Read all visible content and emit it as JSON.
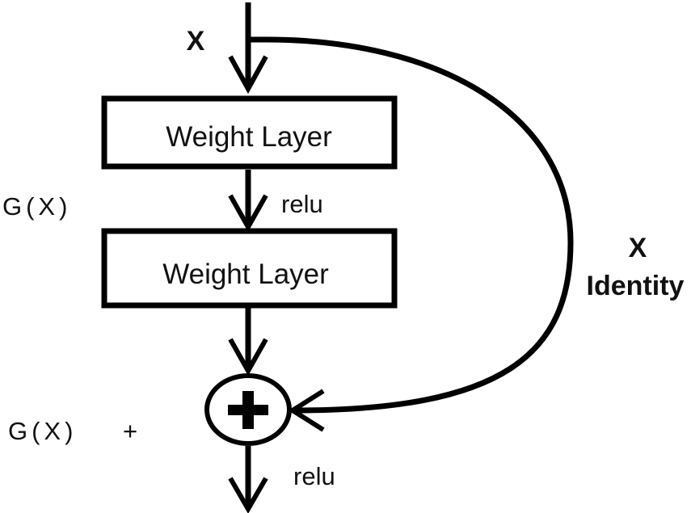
{
  "input_label": "X",
  "layers": [
    {
      "label": "Weight Layer"
    },
    {
      "label": "Weight Layer"
    }
  ],
  "activations": {
    "hidden": "relu",
    "output": "relu"
  },
  "function_label": "G(X)",
  "sum_label": {
    "left": "G(X)",
    "plus": "+"
  },
  "skip_connection": {
    "top": "X",
    "bottom": "Identity"
  },
  "add_node_symbol": "plus",
  "colors": {
    "stroke": "#000000",
    "text": "#111111",
    "background": "#ffffff"
  }
}
